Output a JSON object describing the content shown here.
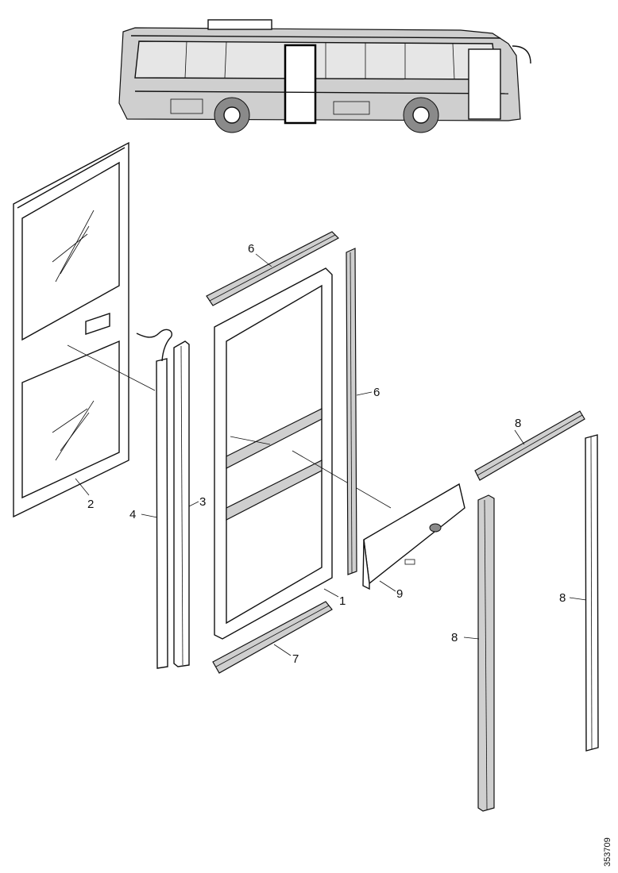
{
  "callouts": {
    "c1": "1",
    "c2": "2",
    "c3": "3",
    "c4": "4",
    "c6": "6",
    "c6b": "6",
    "c7": "7",
    "c8a": "8",
    "c8b": "8",
    "c8c": "8",
    "c9": "9"
  },
  "drawing_id": "353709"
}
